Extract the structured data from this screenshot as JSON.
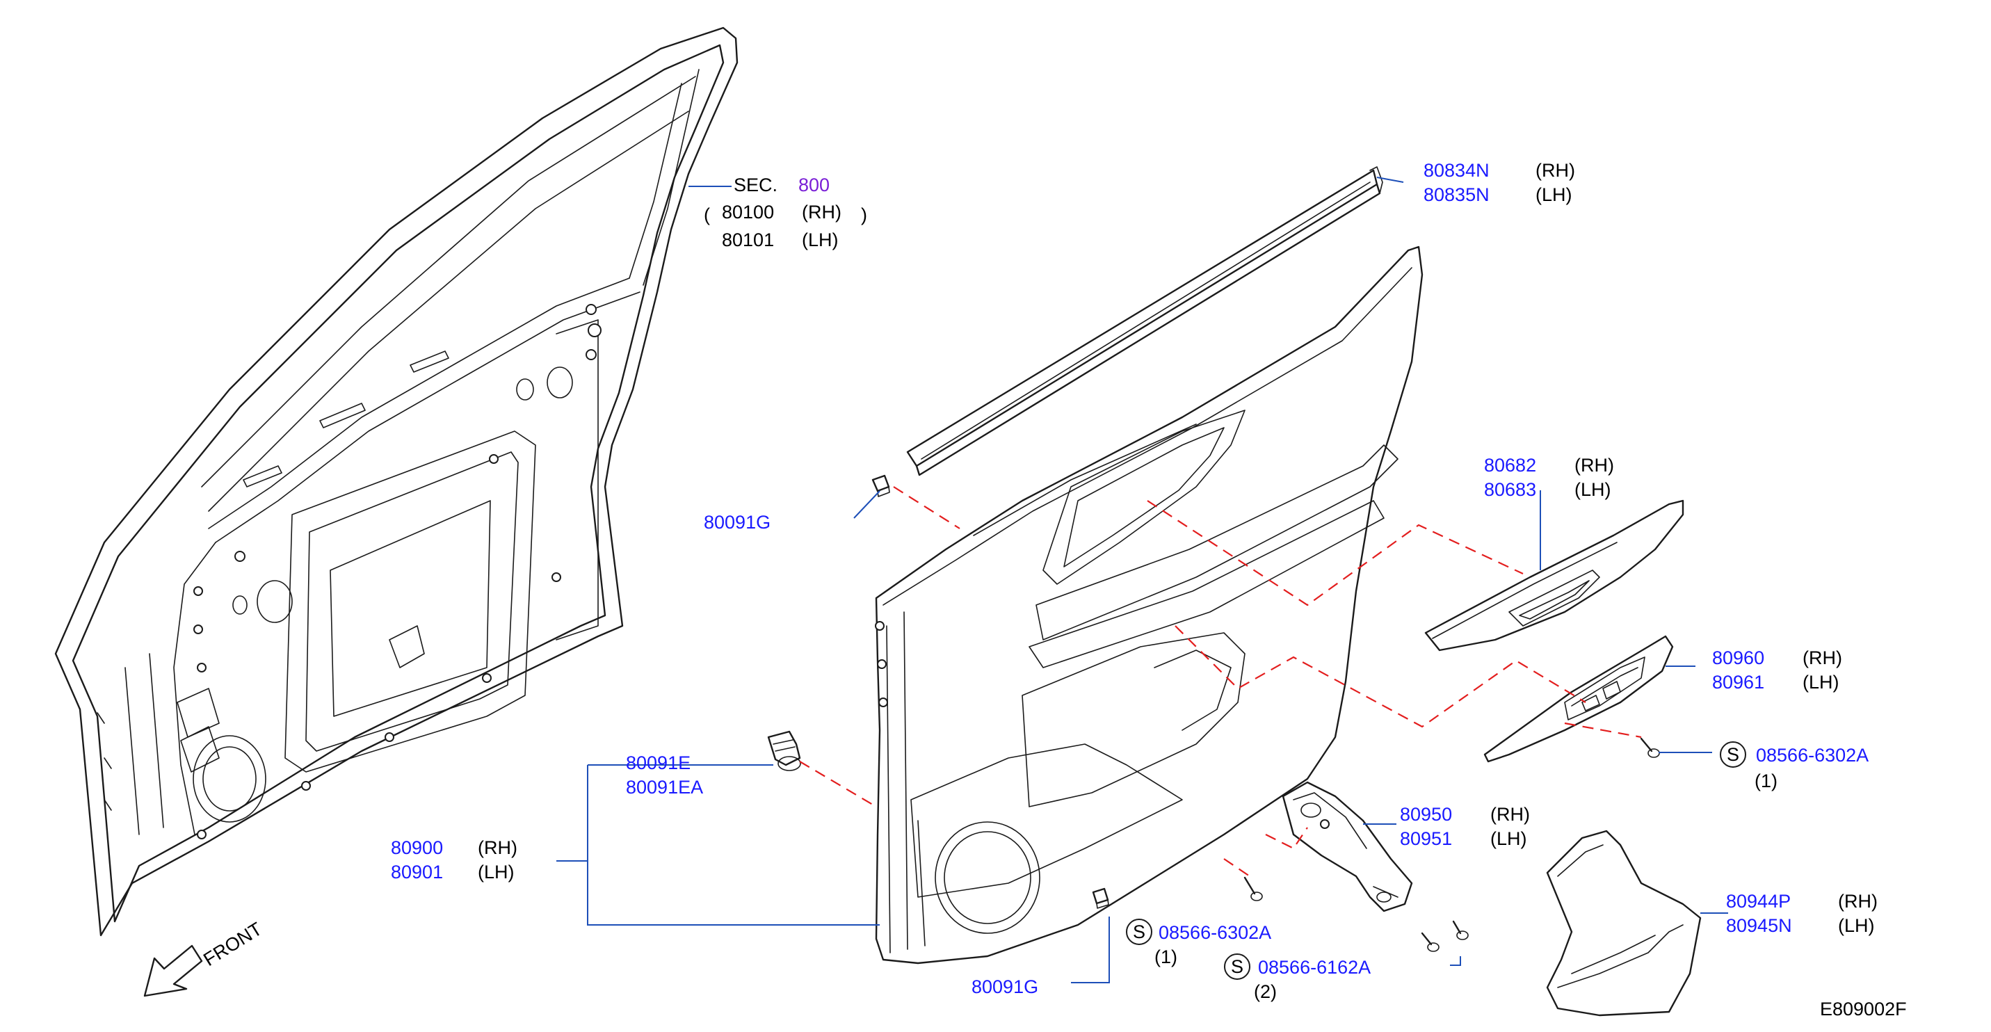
{
  "parts": {
    "door_shell": {
      "sec_prefix": "SEC.",
      "sec_number": "800",
      "rh_number": "80100",
      "rh_tag": "(RH)",
      "lh_number": "80101",
      "lh_tag": "(LH)"
    },
    "weatherstrip": {
      "rh_number": "80834N",
      "rh_tag": "(RH)",
      "lh_number": "80835N",
      "lh_tag": "(LH)"
    },
    "clip_upper": {
      "number": "80091G"
    },
    "armrest_finisher": {
      "rh_number": "80682",
      "rh_tag": "(RH)",
      "lh_number": "80683",
      "lh_tag": "(LH)"
    },
    "switch_finisher": {
      "rh_number": "80960",
      "rh_tag": "(RH)",
      "lh_number": "80961",
      "lh_tag": "(LH)"
    },
    "screw_switch": {
      "symbol": "S",
      "number": "08566-6302A",
      "qty": "(1)"
    },
    "push_clip": {
      "number_1": "80091E",
      "number_2": "80091EA"
    },
    "door_trim": {
      "rh_number": "80900",
      "rh_tag": "(RH)",
      "lh_number": "80901",
      "lh_tag": "(LH)"
    },
    "bracket": {
      "rh_number": "80950",
      "rh_tag": "(RH)",
      "lh_number": "80951",
      "lh_tag": "(LH)"
    },
    "screw_trim": {
      "symbol": "S",
      "number": "08566-6302A",
      "qty": "(1)"
    },
    "screw_bracket": {
      "symbol": "S",
      "number": "08566-6162A",
      "qty": "(2)"
    },
    "pull_handle_cover": {
      "rh_number": "80944P",
      "rh_tag": "(RH)",
      "lh_number": "80945N",
      "lh_tag": "(LH)"
    },
    "clip_lower": {
      "number": "80091G"
    }
  },
  "front_indicator": "FRONT",
  "diagram_code": "E809002F",
  "colors": {
    "part_number": "#1a1aff",
    "section_ref": "#7a1fd6",
    "leader": "#1d4fb8",
    "dashed_link": "#e31e1e",
    "outline": "#1b1b1b"
  }
}
